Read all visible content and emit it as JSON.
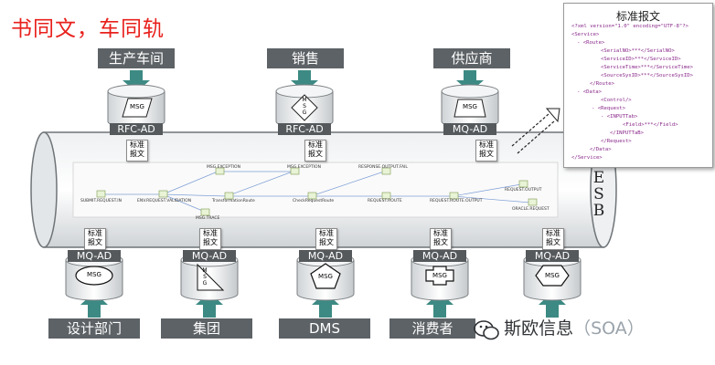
{
  "title": "书同文，车同轨",
  "top_systems": [
    {
      "name": "生产车间",
      "adapter": "RFC-AD",
      "doc": "标准报文"
    },
    {
      "name": "销售",
      "adapter": "RFC-AD",
      "doc": "标准报文"
    },
    {
      "name": "供应商",
      "adapter": "MQ-AD",
      "doc": "标准报文"
    }
  ],
  "bottom_systems": [
    {
      "name": "设计部门",
      "adapter": "MQ-AD",
      "doc": "标准报文"
    },
    {
      "name": "集团",
      "adapter": "MQ-AD",
      "doc": "标准报文"
    },
    {
      "name": "DMS",
      "adapter": "MQ-AD",
      "doc": "标准报文"
    },
    {
      "name": "消费者",
      "adapter": "MQ-AD",
      "doc": "标准报文"
    },
    {
      "name": "",
      "adapter": "MQ-AD",
      "doc": "标准报文"
    }
  ],
  "msg_label": "MSG",
  "msg_label_vertical": [
    "M",
    "S",
    "G"
  ],
  "esb_label": [
    "E",
    "S",
    "B"
  ],
  "flow_nodes": [
    "MSG.EXCEPTION",
    "MSG.EXCEPTION",
    "RESPONSE.OUTPUT.FAIL",
    "SUBMIT.REQUEST.IN",
    "ENV.REQUEST.VALIDATION",
    "TransformationRoute",
    "CheckRequestRoute",
    "REQUEST.ROUTE",
    "REQUEST.ROUTE.OUTPUT",
    "REQUEST.OUTPUT",
    "ORACLE.REQUEST",
    "MSG.TRACE"
  ],
  "xml_panel": {
    "title": "标准报文",
    "lines": [
      "<?xml version=\"1.0\" encoding=\"UTF-8\"?>",
      "<Service>",
      "- <Route>",
      "<SerialNO>***</SerialNO>",
      "<ServiceID>***</ServiceID>",
      "<ServiceTime>***</ServiceTime>",
      "<SourceSysID>***</SourceSysID>",
      "</Route>",
      "- <Data>",
      "<Control/>",
      "- <Request>",
      "- <INPUTTab>",
      "<Field>***</Field>",
      "</INPUTTaB>",
      "</Request>",
      "</Data>",
      "</Service>"
    ]
  },
  "watermark": {
    "brand": "斯欧信息",
    "suffix": "（SOA）"
  },
  "colors": {
    "title": "#e8201c",
    "arrow": "#3d8a84",
    "dark_label": "#5d6266",
    "pipe": "#d9dde0"
  }
}
